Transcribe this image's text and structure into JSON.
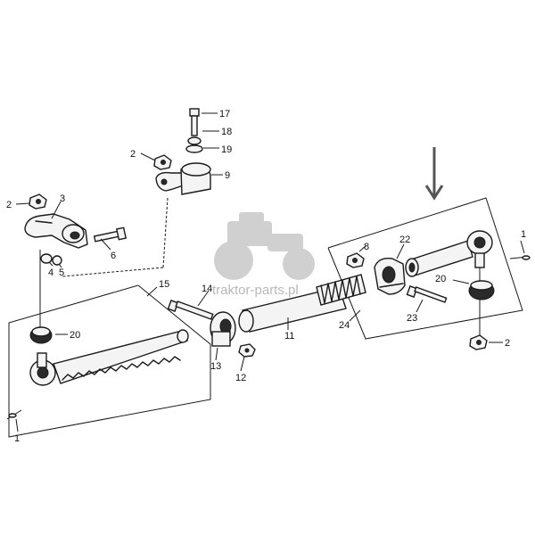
{
  "watermark": {
    "text": "traktor-parts.pl",
    "icon": "tractor-icon"
  },
  "callouts": {
    "c17": "17",
    "c18": "18",
    "c19": "19",
    "c9": "9",
    "c2a": "2",
    "c2b": "2",
    "c2c": "2",
    "c3": "3",
    "c6": "6",
    "c4": "4",
    "c5": "5",
    "c15": "15",
    "c14": "14",
    "c20a": "20",
    "c20b": "20",
    "c11": "11",
    "c13": "13",
    "c12": "12",
    "c1a": "1",
    "c1b": "1",
    "c8": "8",
    "c22": "22",
    "c24": "24",
    "c23": "23"
  },
  "arrow_icon": "down-arrow-icon"
}
